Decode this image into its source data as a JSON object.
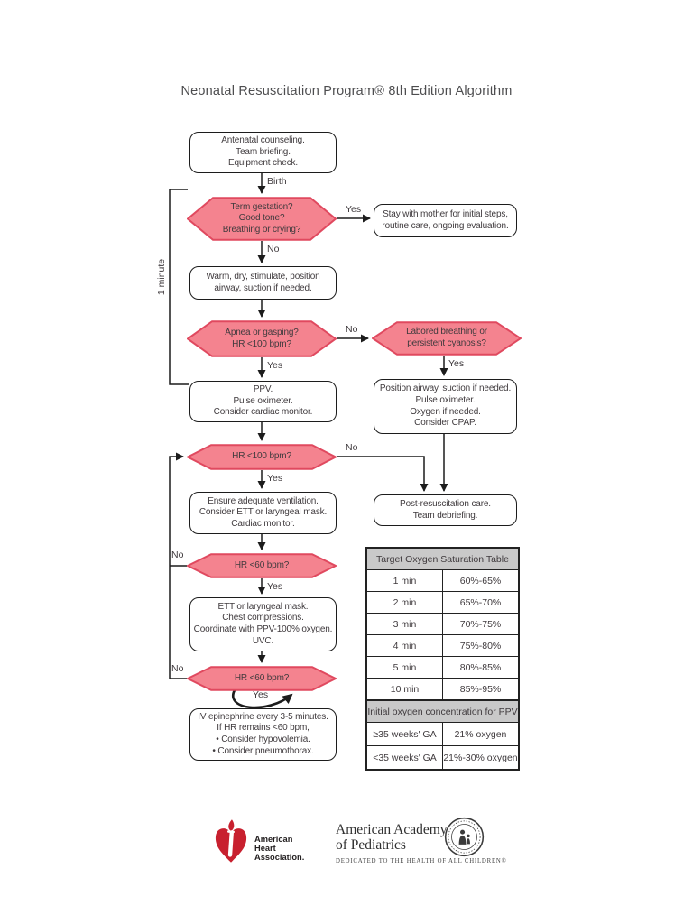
{
  "title": "Neonatal Resuscitation Program® 8th Edition Algorithm",
  "colors": {
    "hexagon_fill": "#f4838f",
    "hexagon_border": "#e0495f",
    "box_border": "#1c1c1c",
    "table_header_bg": "#c9c9c9",
    "aha_red": "#c8202f"
  },
  "flow": {
    "timeline_label": "1 minute",
    "edge_labels": {
      "birth": "Birth",
      "yes": "Yes",
      "no": "No"
    },
    "nodes": {
      "antenatal": {
        "lines": [
          "Antenatal counseling.",
          "Team briefing.",
          "Equipment check."
        ]
      },
      "term_gestation": {
        "lines": [
          "Term gestation?",
          "Good tone?",
          "Breathing or crying?"
        ]
      },
      "stay_with_mother": {
        "lines": [
          "Stay with mother for initial steps,",
          "routine care, ongoing evaluation."
        ]
      },
      "warm_dry": {
        "lines": [
          "Warm, dry, stimulate, position",
          "airway, suction if needed."
        ]
      },
      "apnea_gasping": {
        "lines": [
          "Apnea or gasping?",
          "HR <100 bpm?"
        ]
      },
      "labored_breathing": {
        "lines": [
          "Labored breathing or",
          "persistent cyanosis?"
        ]
      },
      "ppv": {
        "lines": [
          "PPV.",
          "Pulse oximeter.",
          "Consider cardiac monitor."
        ]
      },
      "position_airway": {
        "lines": [
          "Position airway, suction if needed.",
          "Pulse oximeter.",
          "Oxygen if needed.",
          "Consider CPAP."
        ]
      },
      "hr_100": {
        "lines": [
          "HR <100 bpm?"
        ]
      },
      "ensure_ventilation": {
        "lines": [
          "Ensure adequate ventilation.",
          "Consider ETT or laryngeal mask.",
          "Cardiac monitor."
        ]
      },
      "post_resuscitation": {
        "lines": [
          "Post-resuscitation care.",
          "Team debriefing."
        ]
      },
      "hr_60_first": {
        "lines": [
          "HR <60 bpm?"
        ]
      },
      "ett_compressions": {
        "lines": [
          "ETT or laryngeal mask.",
          "Chest compressions.",
          "Coordinate with PPV-100% oxygen.",
          "UVC."
        ]
      },
      "hr_60_second": {
        "lines": [
          "HR <60 bpm?"
        ]
      },
      "epinephrine": {
        "lines": [
          "IV epinephrine every 3-5 minutes.",
          "If HR remains <60 bpm,",
          "• Consider hypovolemia.",
          "• Consider pneumothorax."
        ]
      }
    }
  },
  "table": {
    "header": "Target Oxygen Saturation Table",
    "rows": [
      {
        "time": "1 min",
        "range": "60%-65%"
      },
      {
        "time": "2 min",
        "range": "65%-70%"
      },
      {
        "time": "3 min",
        "range": "70%-75%"
      },
      {
        "time": "4 min",
        "range": "75%-80%"
      },
      {
        "time": "5 min",
        "range": "80%-85%"
      },
      {
        "time": "10 min",
        "range": "85%-95%"
      }
    ],
    "subheader": "Initial oxygen concentration for PPV",
    "ppv_rows": [
      {
        "ga": "≥35 weeks' GA",
        "oxygen": "21%  oxygen"
      },
      {
        "ga": "<35 weeks' GA",
        "oxygen": "21%-30%  oxygen"
      }
    ]
  },
  "footer": {
    "aha": {
      "lines": [
        "American",
        "Heart",
        "Association."
      ]
    },
    "aap": {
      "name_lines": [
        "American Academy",
        "of Pediatrics"
      ],
      "tagline": "DEDICATED TO THE HEALTH OF ALL CHILDREN®"
    }
  }
}
